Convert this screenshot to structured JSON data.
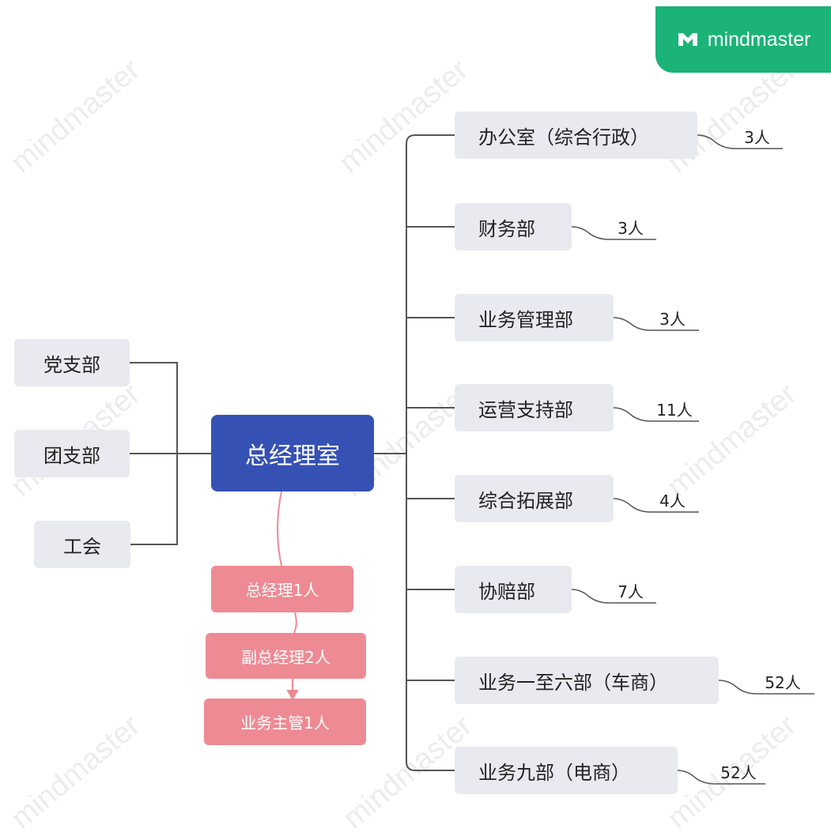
{
  "brand": {
    "name": "mindmaster",
    "color": "#1bb377",
    "icon": "mindmaster-logo-icon"
  },
  "root": {
    "label": "总经理室",
    "color": "#3551b4"
  },
  "left_branches": [
    {
      "label": "党支部"
    },
    {
      "label": "团支部"
    },
    {
      "label": "工会"
    }
  ],
  "right_branches": [
    {
      "label": "办公室（综合行政）",
      "count": "3人"
    },
    {
      "label": "财务部",
      "count": "3人"
    },
    {
      "label": "业务管理部",
      "count": "3人"
    },
    {
      "label": "运营支持部",
      "count": "11人"
    },
    {
      "label": "综合拓展部",
      "count": "4人"
    },
    {
      "label": "协赔部",
      "count": "7人"
    },
    {
      "label": "业务一至六部（车商）",
      "count": "52人"
    },
    {
      "label": "业务九部（电商）",
      "count": "52人"
    }
  ],
  "leadership": [
    {
      "label": "总经理1人"
    },
    {
      "label": "副总经理2人"
    },
    {
      "label": "业务主管1人"
    }
  ],
  "colors": {
    "node_bg": "#e9eaf0",
    "line": "#555555",
    "leader_bg": "#ee8a93"
  },
  "watermark": "mindmaster"
}
